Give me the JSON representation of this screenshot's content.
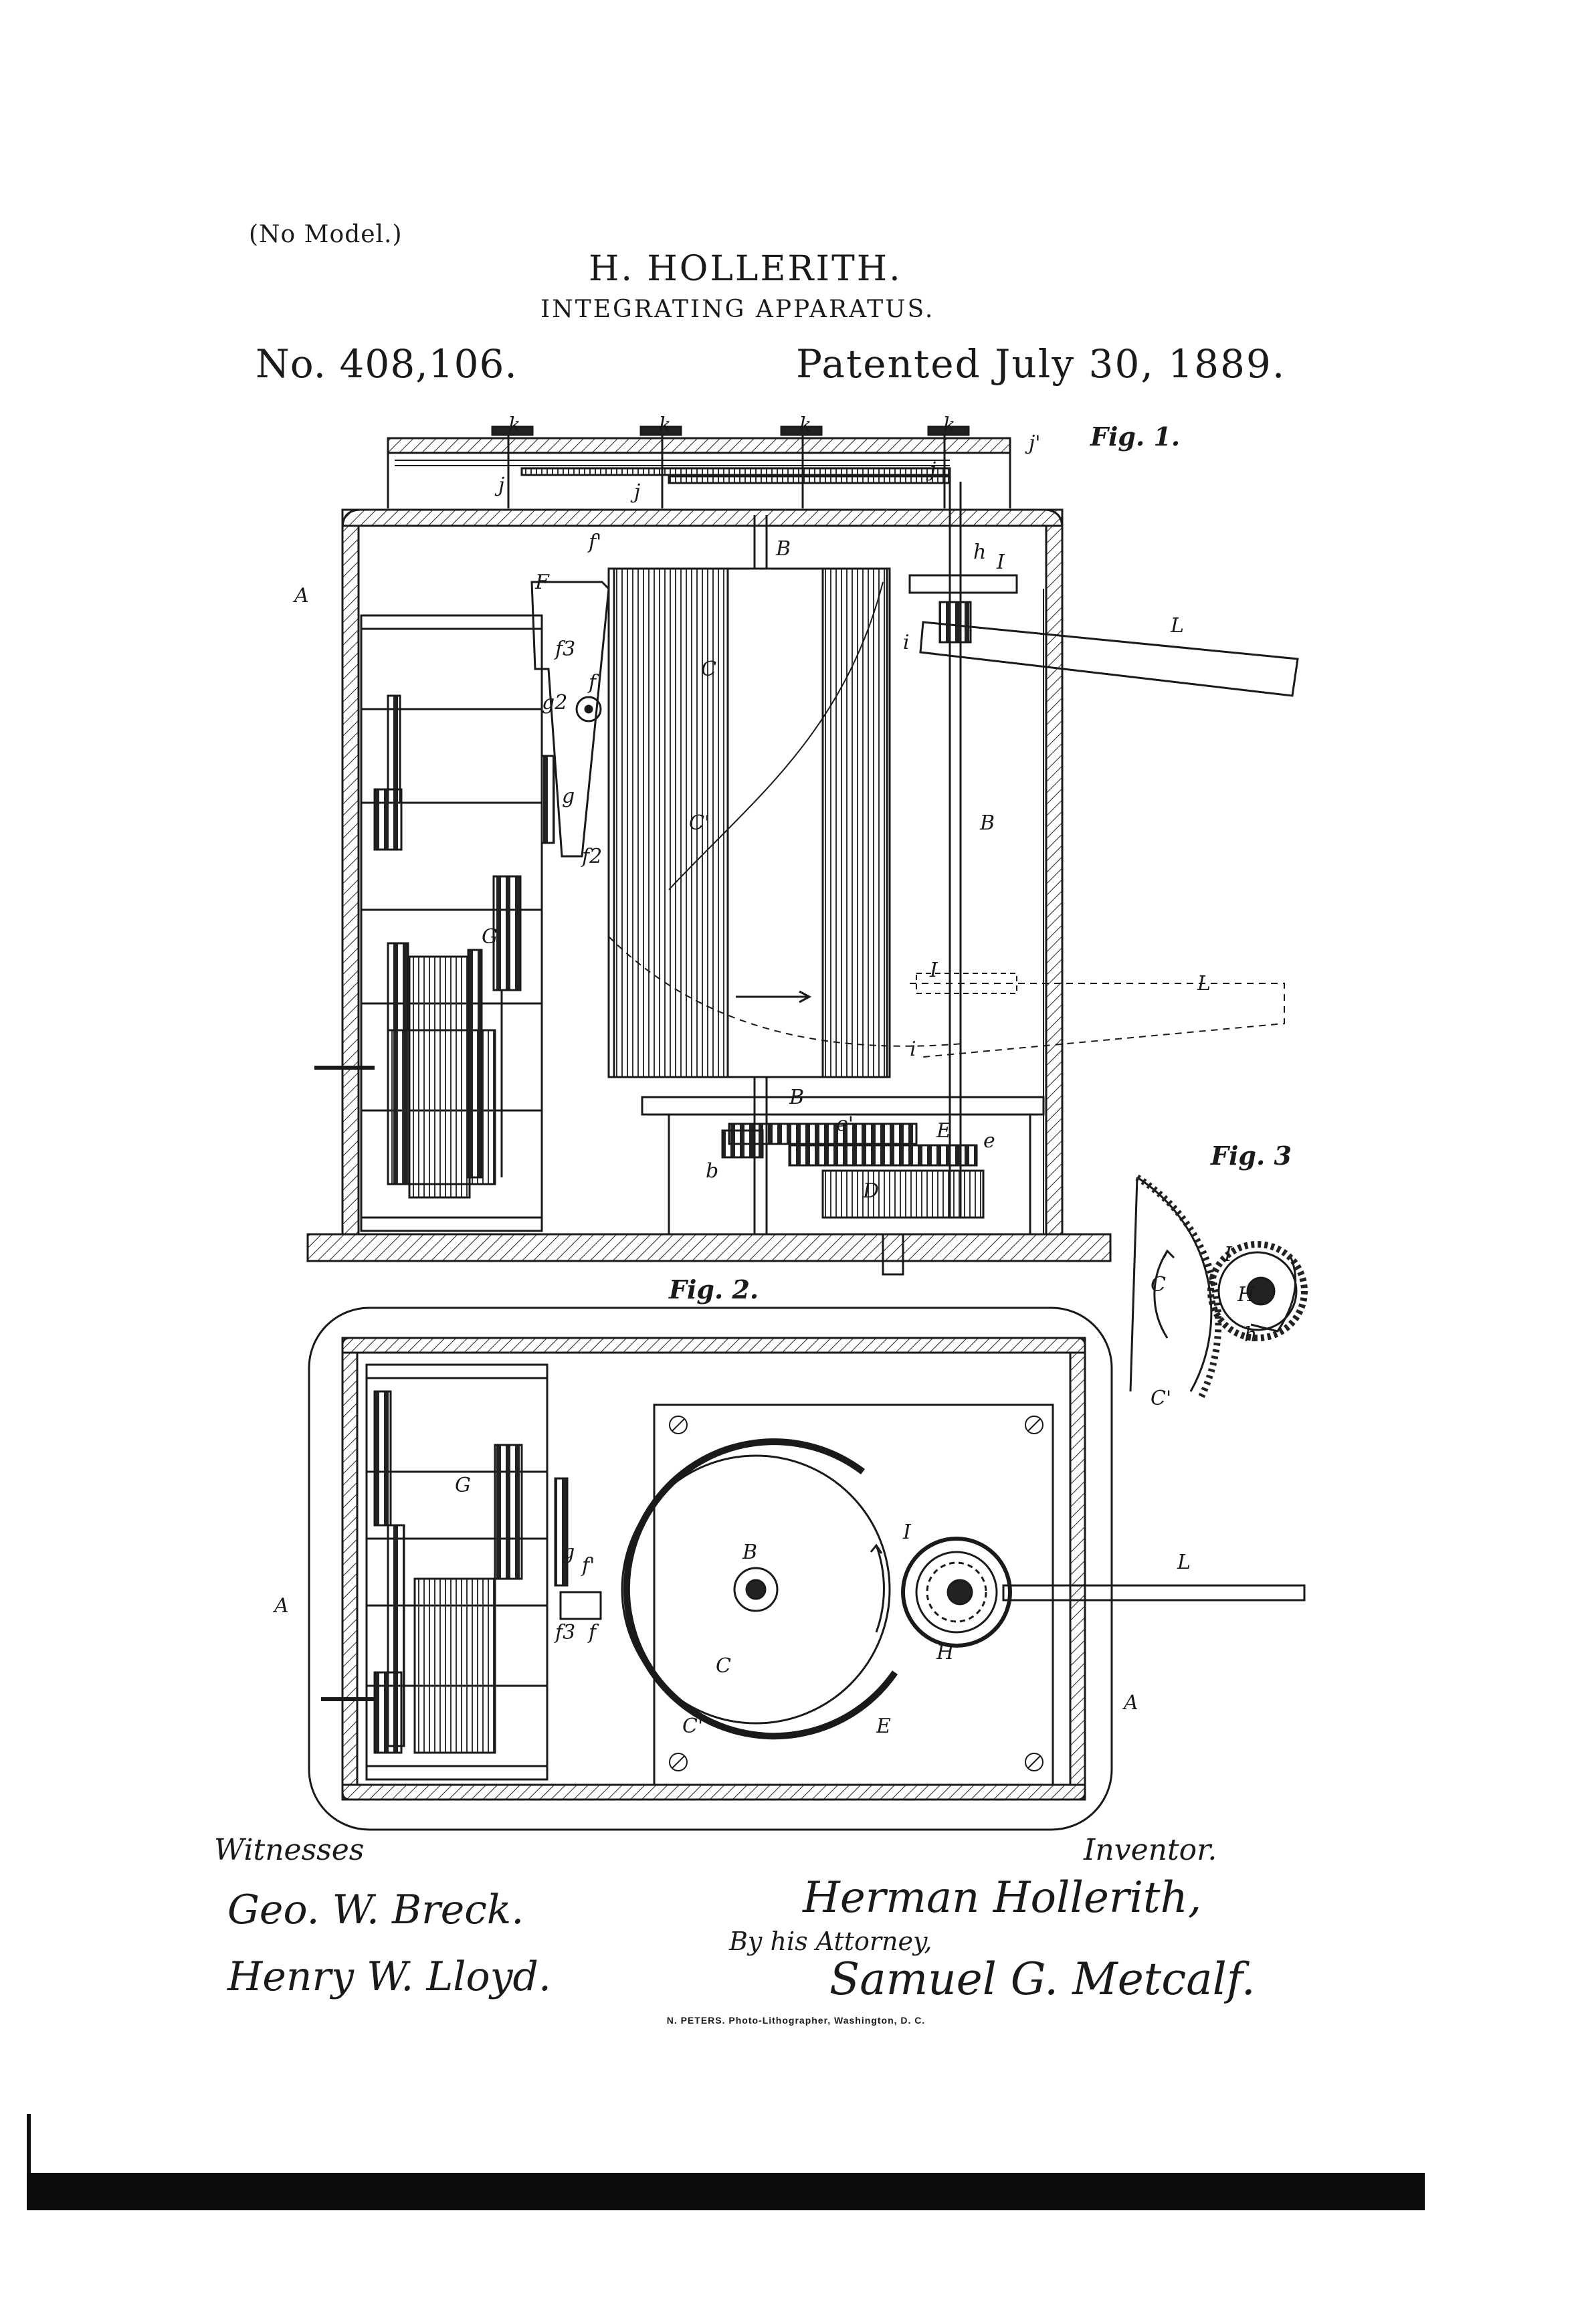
{
  "header": {
    "no_model": "(No Model.)",
    "inventor": "H. HOLLERITH.",
    "title": "INTEGRATING APPARATUS.",
    "patent_number": "No. 408,106.",
    "patent_date": "Patented July 30, 1889."
  },
  "figures": {
    "fig1": "Fig. 1.",
    "fig2": "Fig. 2.",
    "fig3": "Fig. 3"
  },
  "labels": {
    "k": "k",
    "j": "j",
    "j1": "j'",
    "A": "A",
    "B": "B",
    "C": "C",
    "C1": "C'",
    "D": "D",
    "E": "E",
    "e": "e",
    "e1": "e'",
    "b": "b",
    "F": "F",
    "f": "f",
    "f1": "f'",
    "f2": "f2",
    "f3": "f3",
    "g": "g",
    "g2": "g2",
    "G": "G",
    "H": "H",
    "h": "h",
    "I": "I",
    "i": "i",
    "L": "L"
  },
  "signatures": {
    "witnesses_label": "Witnesses",
    "witness_1": "Geo. W. Breck.",
    "witness_2": "Henry W. Lloyd.",
    "inventor_label": "Inventor.",
    "inventor_signature": "Herman Hollerith,",
    "by_attorney": "By his Attorney,",
    "attorney_signature": "Samuel G. Metcalf."
  },
  "footer": {
    "printer": "N. PETERS. Photo-Lithographer, Washington, D. C."
  }
}
